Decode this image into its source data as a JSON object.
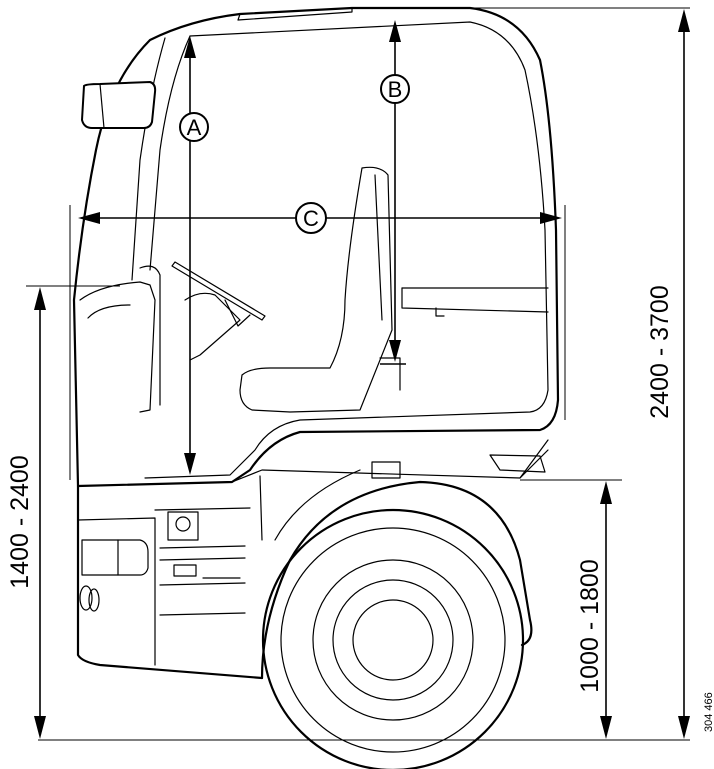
{
  "labels": {
    "a": "A",
    "b": "B",
    "c": "C"
  },
  "dimensions": {
    "total_height": "2400 - 3700",
    "floor_height": "1400 - 2400",
    "frame_height": "1000 - 1800"
  },
  "reference_number": "304 466"
}
